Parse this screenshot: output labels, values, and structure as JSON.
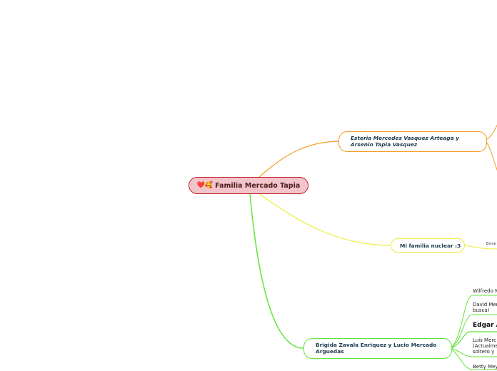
{
  "root": {
    "icons": "❤️🥰",
    "label": "Familia Mercado Tapia"
  },
  "branches": {
    "parents_mother": {
      "label": "Esteria Mercedes Vasquez Arteaga y Arsenio Tapia Vasquez",
      "color": "#f39b24"
    },
    "nuclear": {
      "label": "Mi familia nuclear :3",
      "color": "#ecec3e",
      "children": [
        "Esme"
      ]
    },
    "parents_father": {
      "label": "Brigida Zavala Enriquez y Lucio Mercado Arguedas",
      "color": "#63e53a",
      "children": [
        "Wilfredo M",
        "David Mer busca)",
        "Edgar A",
        "Luis Merc (Actualme soltero y",
        "Betty Mey"
      ]
    }
  }
}
